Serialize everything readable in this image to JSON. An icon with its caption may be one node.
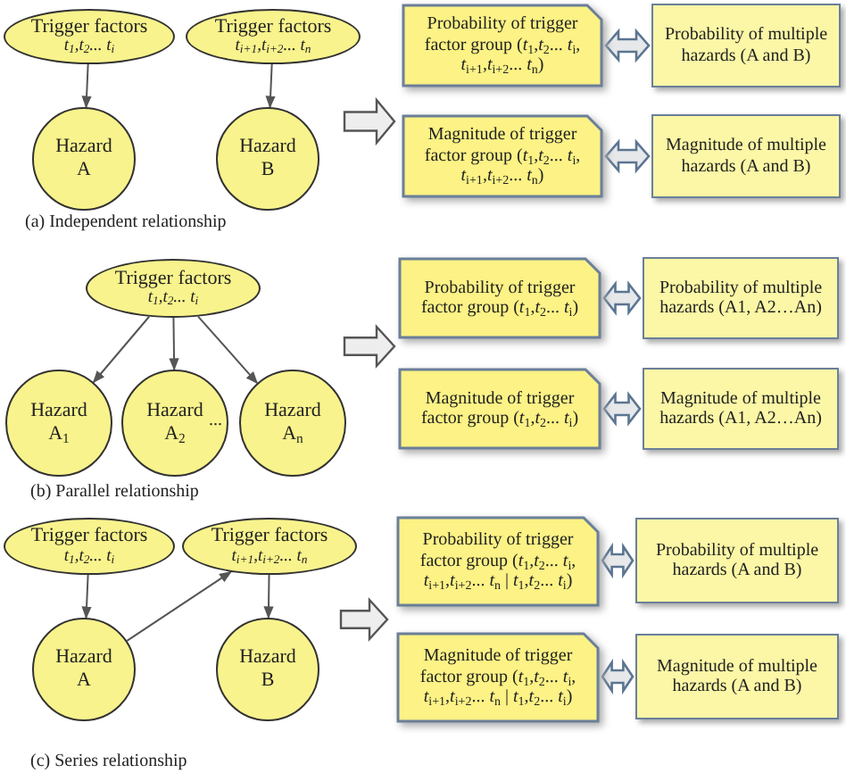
{
  "diagram": {
    "nodes": [
      {
        "text": [
          "Trigger factors",
          "*t*$_{1}$,*t*$_{2}$... *t*$_{i}$"
        ]
      },
      {
        "text": [
          "Trigger factors",
          "*t*$_{i+1}$,*t*$_{i+2}$... *t*$_{n}$"
        ]
      },
      {
        "text": [
          "Hazard A"
        ]
      },
      {
        "text": [
          "Hazard B"
        ]
      },
      {
        "text": [
          "Probability of trigger factor group (*t*$_{1}$,*t*$_{2}$... *t*$_{i}$, *t*$_{i+1}$,*t*$_{i+2}$... *t*$_{n}$)"
        ]
      },
      {
        "text": [
          "Probability of multiple hazards (A and B)"
        ]
      },
      {
        "text": [
          "Magnitude of trigger factor group (*t*$_{1}$,*t*$_{2}$... *t*$_{i}$, *t*$_{i+1}$,*t*$_{i+2}$... *t*$_{n}$)"
        ]
      },
      {
        "text": [
          "Magnitude of multiple hazards (A and B)"
        ]
      },
      {
        "text": [
          "Trigger factors",
          "*t*$_{1}$,*t*$_{2}$... *t*$_{i}$"
        ]
      },
      {
        "text": [
          "Hazard A$_{1}$"
        ]
      },
      {
        "text": [
          "Hazard A$_{2}$"
        ]
      },
      {
        "text": [
          "Hazard A$_{n}$"
        ]
      },
      {
        "text": [
          "Probability of trigger factor group (*t*$_{1}$,*t*$_{2}$... *t*$_{i}$)"
        ]
      },
      {
        "text": [
          "Probability of multiple hazards (A1, A2…An)"
        ]
      },
      {
        "text": [
          "Magnitude of trigger factor group (*t*$_{1}$,*t*$_{2}$... *t*$_{i}$)"
        ]
      },
      {
        "text": [
          "Magnitude of multiple hazards (A1, A2…An)"
        ]
      },
      {
        "text": [
          "Trigger factors",
          "*t*$_{1}$,*t*$_{2}$... *t*$_{i}$"
        ]
      },
      {
        "text": [
          "Trigger factors",
          "*t*$_{i+1}$,*t*$_{i+2}$... *t*$_{n}$"
        ]
      },
      {
        "text": [
          "Hazard A"
        ]
      },
      {
        "text": [
          "Hazard B"
        ]
      },
      {
        "text": [
          "Probability of trigger factor group (*t*$_{1}$,*t*$_{2}$... *t*$_{i}$, *t*$_{i+1}$,*t*$_{i+2}$... *t*$_{n}$ | *t*$_{1}$,*t*$_{2}$... *t*$_{i}$)"
        ]
      },
      {
        "text": [
          "Probability of multiple hazards (A and B)"
        ]
      },
      {
        "text": [
          "Magnitude of trigger factor group (*t*$_{1}$,*t*$_{2}$... *t*$_{i}$, *t*$_{i+1}$,*t*$_{i+2}$... *t*$_{n}$ | *t*$_{1}$,*t*$_{2}$... *t*$_{i}$)"
        ]
      },
      {
        "text": [
          "Magnitude of multiple hazards (A and B)"
        ]
      }
    ],
    "edges": [
      {
        "from": 0,
        "to": 2,
        "arrow": "to"
      },
      {
        "from": 1,
        "to": 3,
        "arrow": "to"
      },
      {
        "from": 4,
        "to": 5,
        "arrow": "both",
        "style": "thick"
      },
      {
        "from": 6,
        "to": 7,
        "arrow": "both",
        "style": "thick"
      },
      {
        "from": 8,
        "to": 9,
        "arrow": "to"
      },
      {
        "from": 8,
        "to": 10,
        "arrow": "to"
      },
      {
        "from": 8,
        "to": 11,
        "arrow": "to"
      },
      {
        "from": 12,
        "to": 13,
        "arrow": "both",
        "style": "thick"
      },
      {
        "from": 14,
        "to": 15,
        "arrow": "both",
        "style": "thick"
      },
      {
        "from": 16,
        "to": 18,
        "arrow": "to"
      },
      {
        "from": 18,
        "to": 17,
        "arrow": "to"
      },
      {
        "from": 17,
        "to": 19,
        "arrow": "to"
      },
      {
        "from": 20,
        "to": 21,
        "arrow": "both",
        "style": "thick"
      },
      {
        "from": 22,
        "to": 23,
        "arrow": "both",
        "style": "thick"
      },
      {
        "from": 3,
        "to": 6,
        "arrow": "to",
        "style": "thick"
      },
      {
        "from": 11,
        "to": 12,
        "arrow": "to",
        "style": "thick"
      },
      {
        "from": 19,
        "to": 20,
        "arrow": "to",
        "style": "thick"
      }
    ],
    "labels": [
      "(a) Independent relationship",
      "...",
      "(b) Parallel relationship",
      "(c) Series relationship"
    ]
  }
}
